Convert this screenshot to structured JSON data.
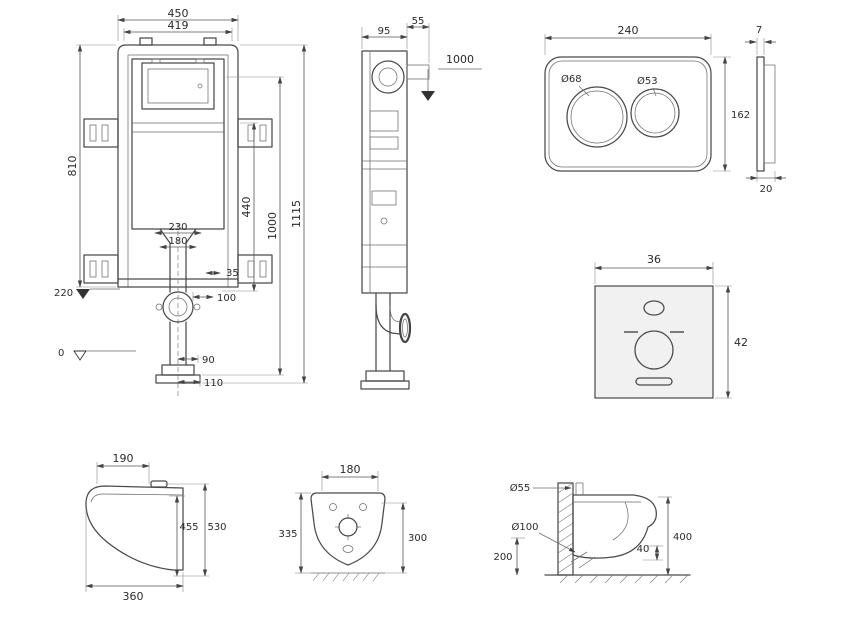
{
  "colors": {
    "background": "#ffffff",
    "line": "#4a4a4a",
    "pad_fill": "#f1f1f1"
  },
  "frame_front": {
    "dim_width_overall": "450",
    "dim_width_inner": "419",
    "dim_height_frame": "810",
    "dim_height_mid": "440",
    "dim_height_total": "1115",
    "dim_height_pipe": "1000",
    "dim_width_230": "230",
    "dim_width_180": "180",
    "dim_level_220": "220",
    "dim_offset_35": "35",
    "dim_offset_100": "100",
    "dim_level_0": "0",
    "dim_offset_90": "90",
    "dim_offset_110": "110"
  },
  "frame_side": {
    "dim_depth_95": "95",
    "dim_depth_55": "55",
    "dim_level_1000": "1000"
  },
  "flush_plate": {
    "dim_width_240": "240",
    "dim_height_162": "162",
    "dim_big_button": "Ø68",
    "dim_small_button": "Ø53",
    "dim_thickness_7": "7",
    "dim_depth_20": "20"
  },
  "sound_pad": {
    "dim_width_36": "36",
    "dim_height_42": "42"
  },
  "pan_side": {
    "dim_width_190": "190",
    "dim_height_455": "455",
    "dim_height_530": "530",
    "dim_depth_360": "360"
  },
  "pan_rear": {
    "dim_width_180": "180",
    "dim_height_335": "335",
    "dim_height_300": "300"
  },
  "installation": {
    "dim_flush_pipe": "Ø55",
    "dim_drain_pipe": "Ø100",
    "dim_height_200": "200",
    "dim_offset_40": "40",
    "dim_height_400": "400"
  }
}
